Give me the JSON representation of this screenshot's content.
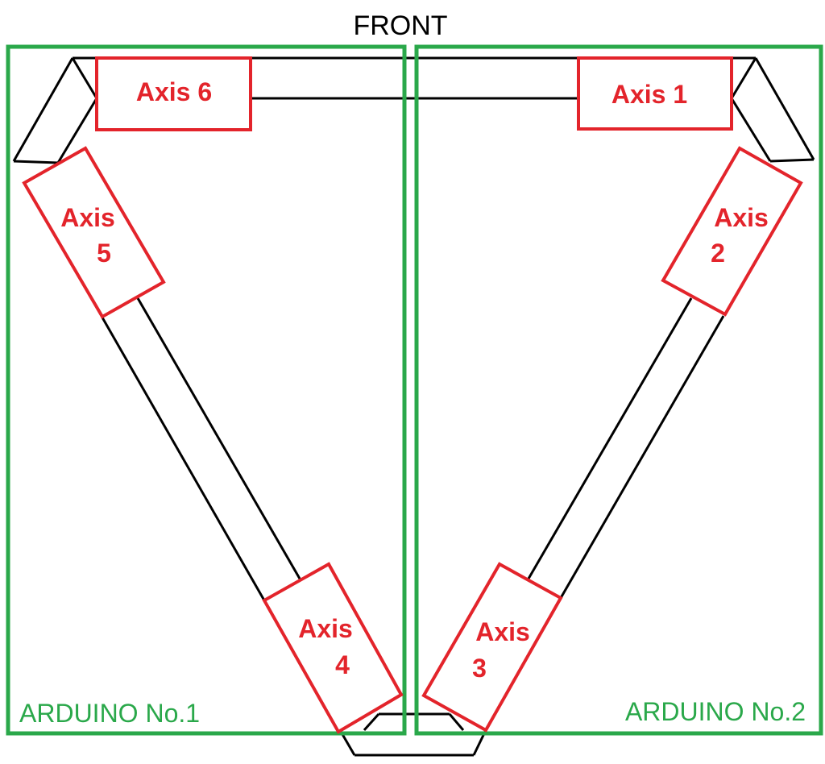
{
  "front_label": "FRONT",
  "arduino_1_label": "ARDUINO No.1",
  "arduino_2_label": "ARDUINO No.2",
  "axes": {
    "axis_1": "Axis 1",
    "axis_2_line1": "Axis",
    "axis_2_line2": "2",
    "axis_3_line1": "Axis",
    "axis_3_line2": "3",
    "axis_4_line1": "Axis",
    "axis_4_line2": "4",
    "axis_5_line1": "Axis",
    "axis_5_line2": "5",
    "axis_6": "Axis 6"
  },
  "colors": {
    "frame": "#000000",
    "axis": "#e3242b",
    "arduino": "#2aa84a"
  }
}
